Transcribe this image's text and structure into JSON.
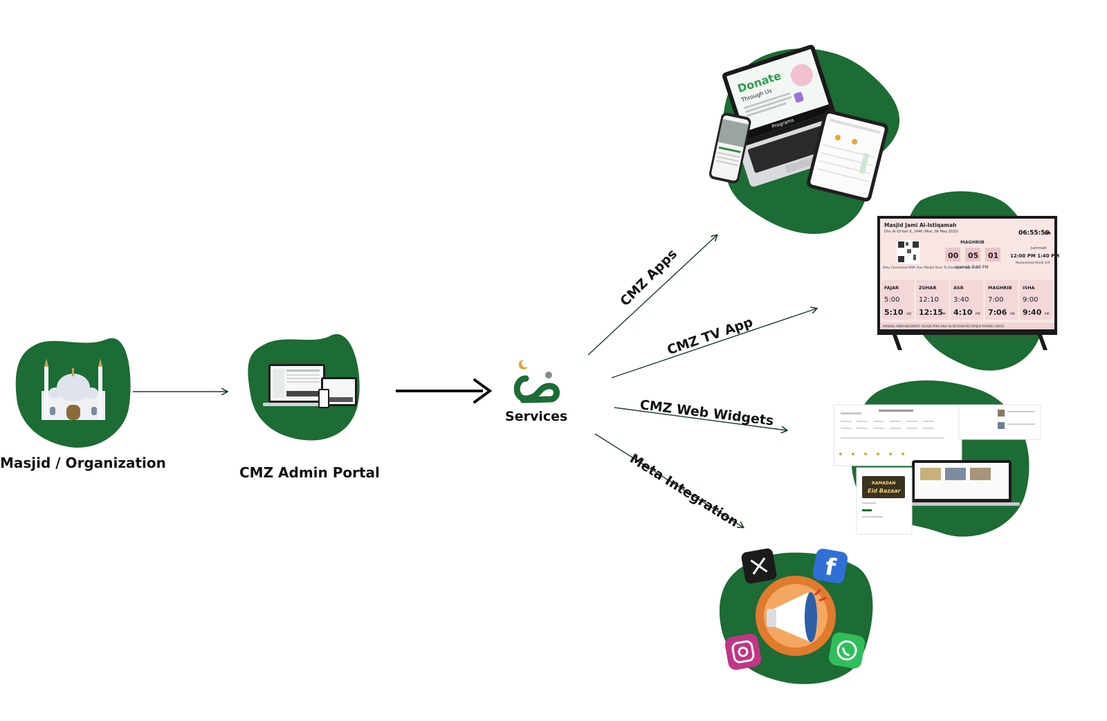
{
  "nodes": {
    "masjid": {
      "label": "Masjid / Organization"
    },
    "admin_portal": {
      "label": "CMZ Admin Portal"
    },
    "services": {
      "label": "Services"
    }
  },
  "edges": {
    "apps": {
      "label": "CMZ Apps"
    },
    "tv_app": {
      "label": "CMZ TV App"
    },
    "web_widgets": {
      "label": "CMZ Web Widgets"
    },
    "meta": {
      "label": "Meta Integration"
    }
  },
  "apps_mockup": {
    "donate_title": "Donate",
    "donate_sub": "Through Us",
    "programs": "Programs"
  },
  "tv_mockup": {
    "masjid_name": "Masjid Jami Al-Istiqamah",
    "hijri_date": "Dhu Al-Qi'dah 8, 1446 (Mon, 06 May 2025)",
    "clock": "06:55:59",
    "clock_suffix": "PM",
    "current_prayer": "MAGHRIB",
    "countdown": [
      "00",
      "05",
      "01"
    ],
    "iqamah": "Iqamah 7:06 PM",
    "jummah_label": "Jummah",
    "jummah_times": "12:00 PM  1:40 PM",
    "jummah_imam": "Muhammad Sheik Arif",
    "qr_caption": "Stay Connected With Your Masjid Scan To Download App Now!",
    "prayers": [
      {
        "name": "FAJAR",
        "adhan": "5:00",
        "iqamah": "5:10",
        "suffix": "AM"
      },
      {
        "name": "ZUHAR",
        "adhan": "12:10",
        "iqamah": "12:15",
        "suffix": "PM"
      },
      {
        "name": "ASR",
        "adhan": "3:40",
        "iqamah": "4:10",
        "suffix": "PM"
      },
      {
        "name": "MAGHRIB",
        "adhan": "7:00",
        "iqamah": "7:06",
        "suffix": "PM"
      },
      {
        "name": "ISHA",
        "adhan": "9:00",
        "iqamah": "9:40",
        "suffix": "PM"
      }
    ],
    "ticker": "PARKING ANNOUNCEMENT: PLEASE PARK ONLY IN DESIGNATED MASJID PARKING AREAS"
  },
  "widgets_mockup": {
    "banner_line1": "RAMADAN",
    "banner_line2": "Eid Bazaar"
  },
  "social_icons": [
    "x-icon",
    "facebook-icon",
    "instagram-icon",
    "whatsapp-icon",
    "megaphone-icon"
  ],
  "colors": {
    "brand_green": "#1d6b35",
    "crescent_gold": "#e0a93a",
    "arrow": "#111111"
  }
}
